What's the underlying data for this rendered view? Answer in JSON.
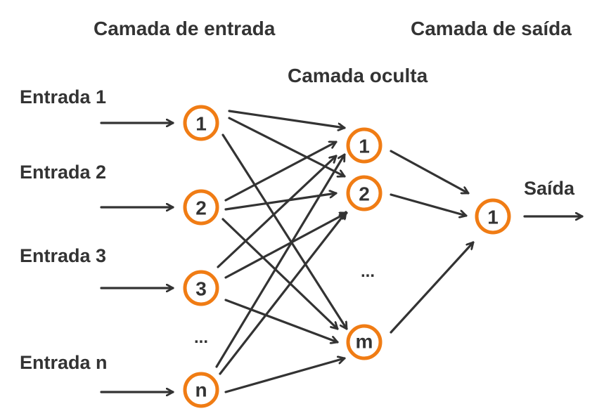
{
  "colors": {
    "node_ring": "#f07c14",
    "text": "#333333",
    "edge": "#333333",
    "background": "#ffffff"
  },
  "titles": {
    "input_layer": "Camada de entrada",
    "hidden_layer": "Camada oculta",
    "output_layer": "Camada de saída"
  },
  "input_labels": [
    "Entrada 1",
    "Entrada 2",
    "Entrada 3",
    "Entrada n"
  ],
  "output_label": "Saída",
  "layers": {
    "input": {
      "nodes": [
        "1",
        "2",
        "3",
        "n"
      ],
      "ellipsis": "..."
    },
    "hidden": {
      "nodes": [
        "1",
        "2",
        "m"
      ],
      "ellipsis": "..."
    },
    "output": {
      "nodes": [
        "1"
      ]
    }
  },
  "connections": [
    {
      "from": "input.1",
      "to": "hidden.1"
    },
    {
      "from": "input.1",
      "to": "hidden.2"
    },
    {
      "from": "input.1",
      "to": "hidden.m"
    },
    {
      "from": "input.2",
      "to": "hidden.1"
    },
    {
      "from": "input.2",
      "to": "hidden.2"
    },
    {
      "from": "input.2",
      "to": "hidden.m"
    },
    {
      "from": "input.3",
      "to": "hidden.1"
    },
    {
      "from": "input.3",
      "to": "hidden.2"
    },
    {
      "from": "input.3",
      "to": "hidden.m"
    },
    {
      "from": "input.n",
      "to": "hidden.1"
    },
    {
      "from": "input.n",
      "to": "hidden.2"
    },
    {
      "from": "input.n",
      "to": "hidden.m"
    },
    {
      "from": "hidden.1",
      "to": "output.1"
    },
    {
      "from": "hidden.2",
      "to": "output.1"
    },
    {
      "from": "hidden.m",
      "to": "output.1"
    }
  ]
}
